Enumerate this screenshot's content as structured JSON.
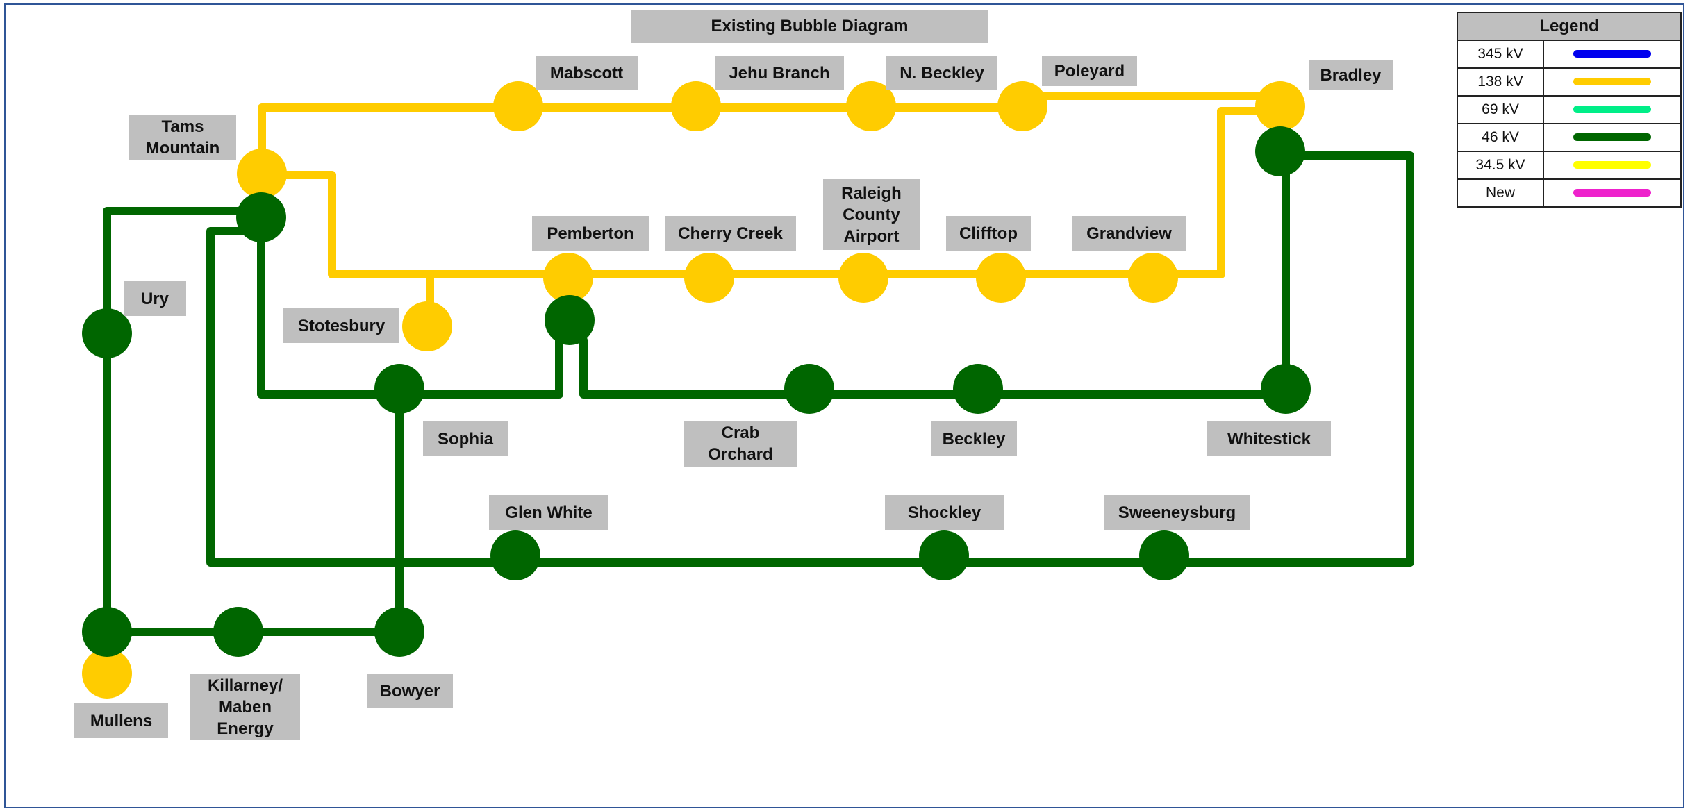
{
  "title": "Existing Bubble Diagram",
  "legend": {
    "heading": "Legend",
    "items": [
      {
        "label": "345 kV",
        "color": "#0000ee"
      },
      {
        "label": "138 kV",
        "color": "#ffcc00"
      },
      {
        "label": "69 kV",
        "color": "#00ee88"
      },
      {
        "label": "46 kV",
        "color": "#006600"
      },
      {
        "label": "34.5 kV",
        "color": "#ffff00"
      },
      {
        "label": "New",
        "color": "#ee22cc"
      }
    ]
  },
  "stations": {
    "mabscott": "Mabscott",
    "jehu_branch": "Jehu Branch",
    "n_beckley": "N. Beckley",
    "poleyard": "Poleyard",
    "bradley": "Bradley",
    "tams_mountain": "Tams\nMountain",
    "pemberton": "Pemberton",
    "cherry_creek": "Cherry Creek",
    "raleigh_county_airport": "Raleigh\nCounty\nAirport",
    "clifftop": "Clifftop",
    "grandview": "Grandview",
    "ury": "Ury",
    "stotesbury": "Stotesbury",
    "sophia": "Sophia",
    "crab_orchard": "Crab\nOrchard",
    "beckley": "Beckley",
    "whitestick": "Whitestick",
    "glen_white": "Glen White",
    "shockley": "Shockley",
    "sweeneysburg": "Sweeneysburg",
    "mullens": "Mullens",
    "killarney_maben_energy": "Killarney/\nMaben\nEnergy",
    "bowyer": "Bowyer"
  },
  "line_colors": {
    "kv138": "#ffcc00",
    "kv46": "#006600"
  }
}
